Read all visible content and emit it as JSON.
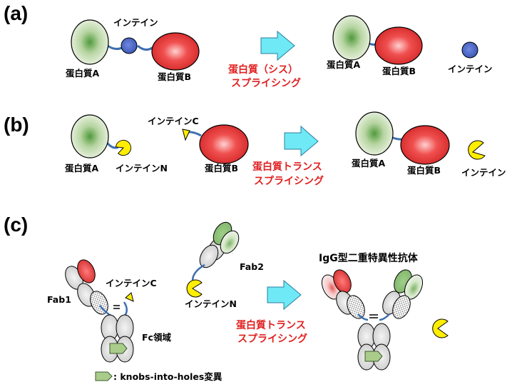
{
  "panels": {
    "a": {
      "label": "(a)",
      "protein_a": "蛋白質A",
      "protein_b": "蛋白質B",
      "intein": "インテイン",
      "reaction_line1": "蛋白質（シス）",
      "reaction_line2": "スプライシング",
      "product_a": "蛋白質A",
      "product_b": "蛋白質B",
      "product_intein": "インテイン"
    },
    "b": {
      "label": "(b)",
      "intein_c": "インテインC",
      "protein_a": "蛋白質A",
      "intein_n": "インテインN",
      "protein_b": "蛋白質B",
      "reaction_line1": "蛋白質トランス",
      "reaction_line2": "スプライシング",
      "product_a": "蛋白質A",
      "product_b": "蛋白質B",
      "product_intein": "インテイン"
    },
    "c": {
      "label": "(c)",
      "fab1": "Fab1",
      "intein_c": "インテインC",
      "fc_domain": "Fc領域",
      "fab2": "Fab2",
      "intein_n": "インテインN",
      "reaction_line1": "蛋白質トランス",
      "reaction_line2": "スプライシング",
      "product_title": "IgG型二重特異性抗体",
      "legend": ": knobs-into-holes変異"
    }
  },
  "colors": {
    "protein_a_fill": "#d6e8c8",
    "protein_b_fill": "#e23a3a",
    "intein_blue": "#4a66c4",
    "intein_yellow": "#ffee00",
    "arrow_cyan": "#6fe9f5",
    "linker_blue": "#3d6fb0",
    "reaction_red": "#e02020",
    "knob_green": "#a9cc8a"
  },
  "icons": {
    "arrow": "right-arrow-icon",
    "knob": "knob-pentagon-icon"
  }
}
